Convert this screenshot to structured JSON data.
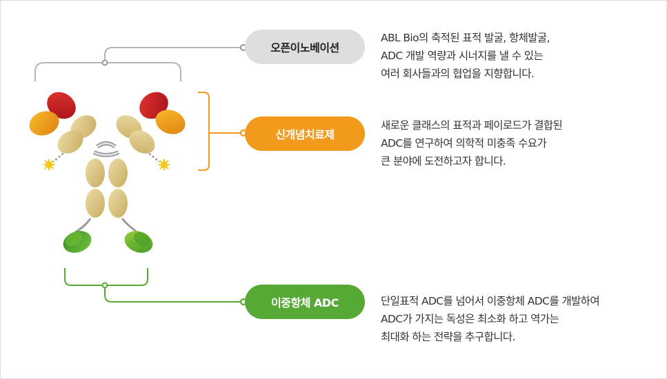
{
  "colors": {
    "open_innovation": "#dedede",
    "new_therapy": "#f29a1b",
    "bispecific": "#57a935",
    "heavy_chain": "#dfc98a",
    "variable_red": "#cf1f22",
    "variable_orange": "#f0a419",
    "antigen_green": "#5aab2c",
    "payload_yellow": "#f5c81f"
  },
  "sections": [
    {
      "label": "오픈이노베이션",
      "lines": [
        "ABL Bio의 축적된 표적 발굴, 항체발굴,",
        "ADC 개발 역량과 시너지를 낼 수 있는",
        "여러 회사들과의 협업을 지향합니다."
      ]
    },
    {
      "label": "신개념치료제",
      "lines": [
        "새로운 클래스의 표적과 페이로드가 결합된",
        "ADC를 연구하여 의학적 미충족 수요가",
        "큰 분야에 도전하고자 합니다."
      ]
    },
    {
      "label": "이중항체 ADC",
      "lines": [
        "단일표적 ADC를 넘어서 이중항체 ADC를 개발하여",
        "ADC가 가지는 독성은 최소화 하고 역가는",
        "최대화 하는 전략을 추구합니다."
      ]
    }
  ]
}
